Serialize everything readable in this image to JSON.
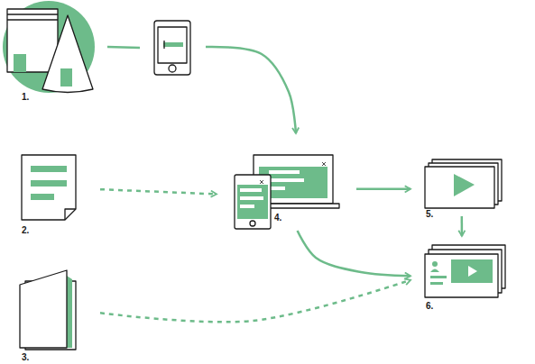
{
  "diagram": {
    "nodes": [
      {
        "text": [
          "1."
        ]
      },
      {
        "text": [
          "2."
        ]
      },
      {
        "text": [
          "3."
        ]
      },
      {
        "text": [
          "4."
        ]
      },
      {
        "text": [
          "5."
        ]
      },
      {
        "text": [
          "6."
        ]
      }
    ],
    "edges": [
      {
        "from": 0,
        "to": 3,
        "arrow": "to"
      },
      {
        "from": 1,
        "to": 3,
        "arrow": "to"
      },
      {
        "from": 3,
        "to": 4,
        "arrow": "to"
      },
      {
        "from": 4,
        "to": 5,
        "arrow": "to"
      },
      {
        "from": 3,
        "to": 5,
        "arrow": "to"
      },
      {
        "from": 2,
        "to": 5,
        "arrow": "to"
      }
    ]
  }
}
